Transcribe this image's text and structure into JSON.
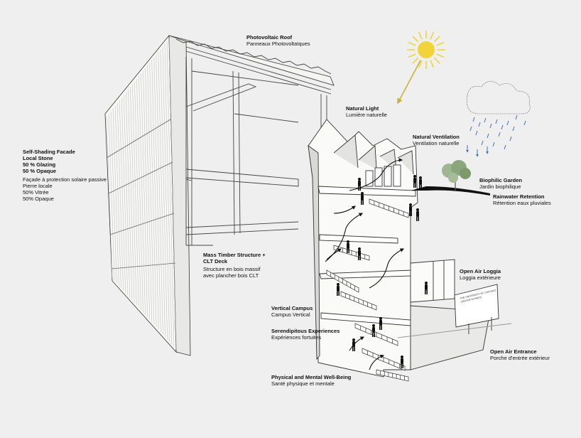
{
  "labels": {
    "roof": {
      "title": "Photovoltaic Roof",
      "subtitle": "Panneaux Photovoltaïques"
    },
    "facade": {
      "title_lines": [
        "Self-Shading Facade",
        "Local Stone",
        "50 % Glazing",
        "50 % Opaque"
      ],
      "sub_lines": [
        "Façade à protection solaire passive",
        "Pierre locale",
        "50% Vitrée",
        "50% Opaque"
      ]
    },
    "natural_light": {
      "title": "Natural Light",
      "subtitle": "Lumière naturelle"
    },
    "natural_ventilation": {
      "title": "Natural Ventilation",
      "subtitle": "Ventilation naturelle"
    },
    "biophilic_garden": {
      "title": "Biophilic Garden",
      "subtitle": "Jardin biophilique"
    },
    "rainwater": {
      "title": "Rainwater Retention",
      "subtitle": "Rétention eaux pluviales"
    },
    "mass_timber": {
      "title_lines": [
        "Mass Timber Structure +",
        "CLT Deck"
      ],
      "sub_lines": [
        "Structure en bois massif",
        "avec plancher bois CLT"
      ]
    },
    "loggia": {
      "title": "Open Air Loggia",
      "subtitle": "Loggia extérieure"
    },
    "vertical_campus": {
      "title": "Vertical Campus",
      "subtitle": "Campus Vertical"
    },
    "serendipitous": {
      "title": "Serendipitous Experiences",
      "subtitle": "Expériences fortuites"
    },
    "wellbeing": {
      "title": "Physical and Mental Well-Being",
      "subtitle": "Santé physique et mentale"
    },
    "entrance": {
      "title": "Open Air Entrance",
      "subtitle": "Porche d'entrée extérieur"
    }
  },
  "sign_text": [
    "THE UNIVERSITY OF CHICAGO",
    "CENTER IN PARIS"
  ],
  "colors": {
    "background": "#efefef",
    "sun": "#f2d43a",
    "rain": "#3d6fb5",
    "tree": "#8aa67a",
    "line": "#2a2a2a"
  },
  "icons": [
    "sun-icon",
    "rain-cloud-icon",
    "tree-icon",
    "arrow-icon",
    "person-icon"
  ]
}
